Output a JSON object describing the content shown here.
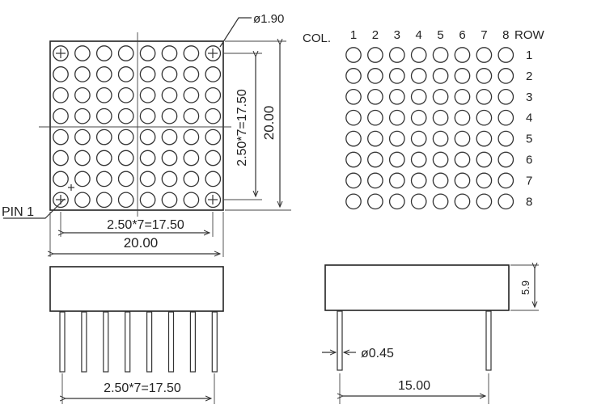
{
  "labels": {
    "hole_diameter": "ø1.90",
    "col_prefix": "COL.",
    "row_suffix": "ROW",
    "pin1": "PIN 1",
    "vertical_pitch": "2.50*7=17.50",
    "vertical_size": "20.00",
    "horizontal_pitch_top": "2.50*7=17.50",
    "horizontal_size_top": "20.00",
    "height_side": "5.9",
    "pin_diameter": "ø0.45",
    "pin_pitch_bottom": "2.50*7=17.50",
    "row_spacing_side": "15.00"
  },
  "matrix": {
    "rows": 8,
    "cols": 8
  },
  "col_numbers": [
    "1",
    "2",
    "3",
    "4",
    "5",
    "6",
    "7",
    "8"
  ],
  "row_numbers": [
    "1",
    "2",
    "3",
    "4",
    "5",
    "6",
    "7",
    "8"
  ],
  "front_pin_count": 8,
  "side_pin_count": 2
}
